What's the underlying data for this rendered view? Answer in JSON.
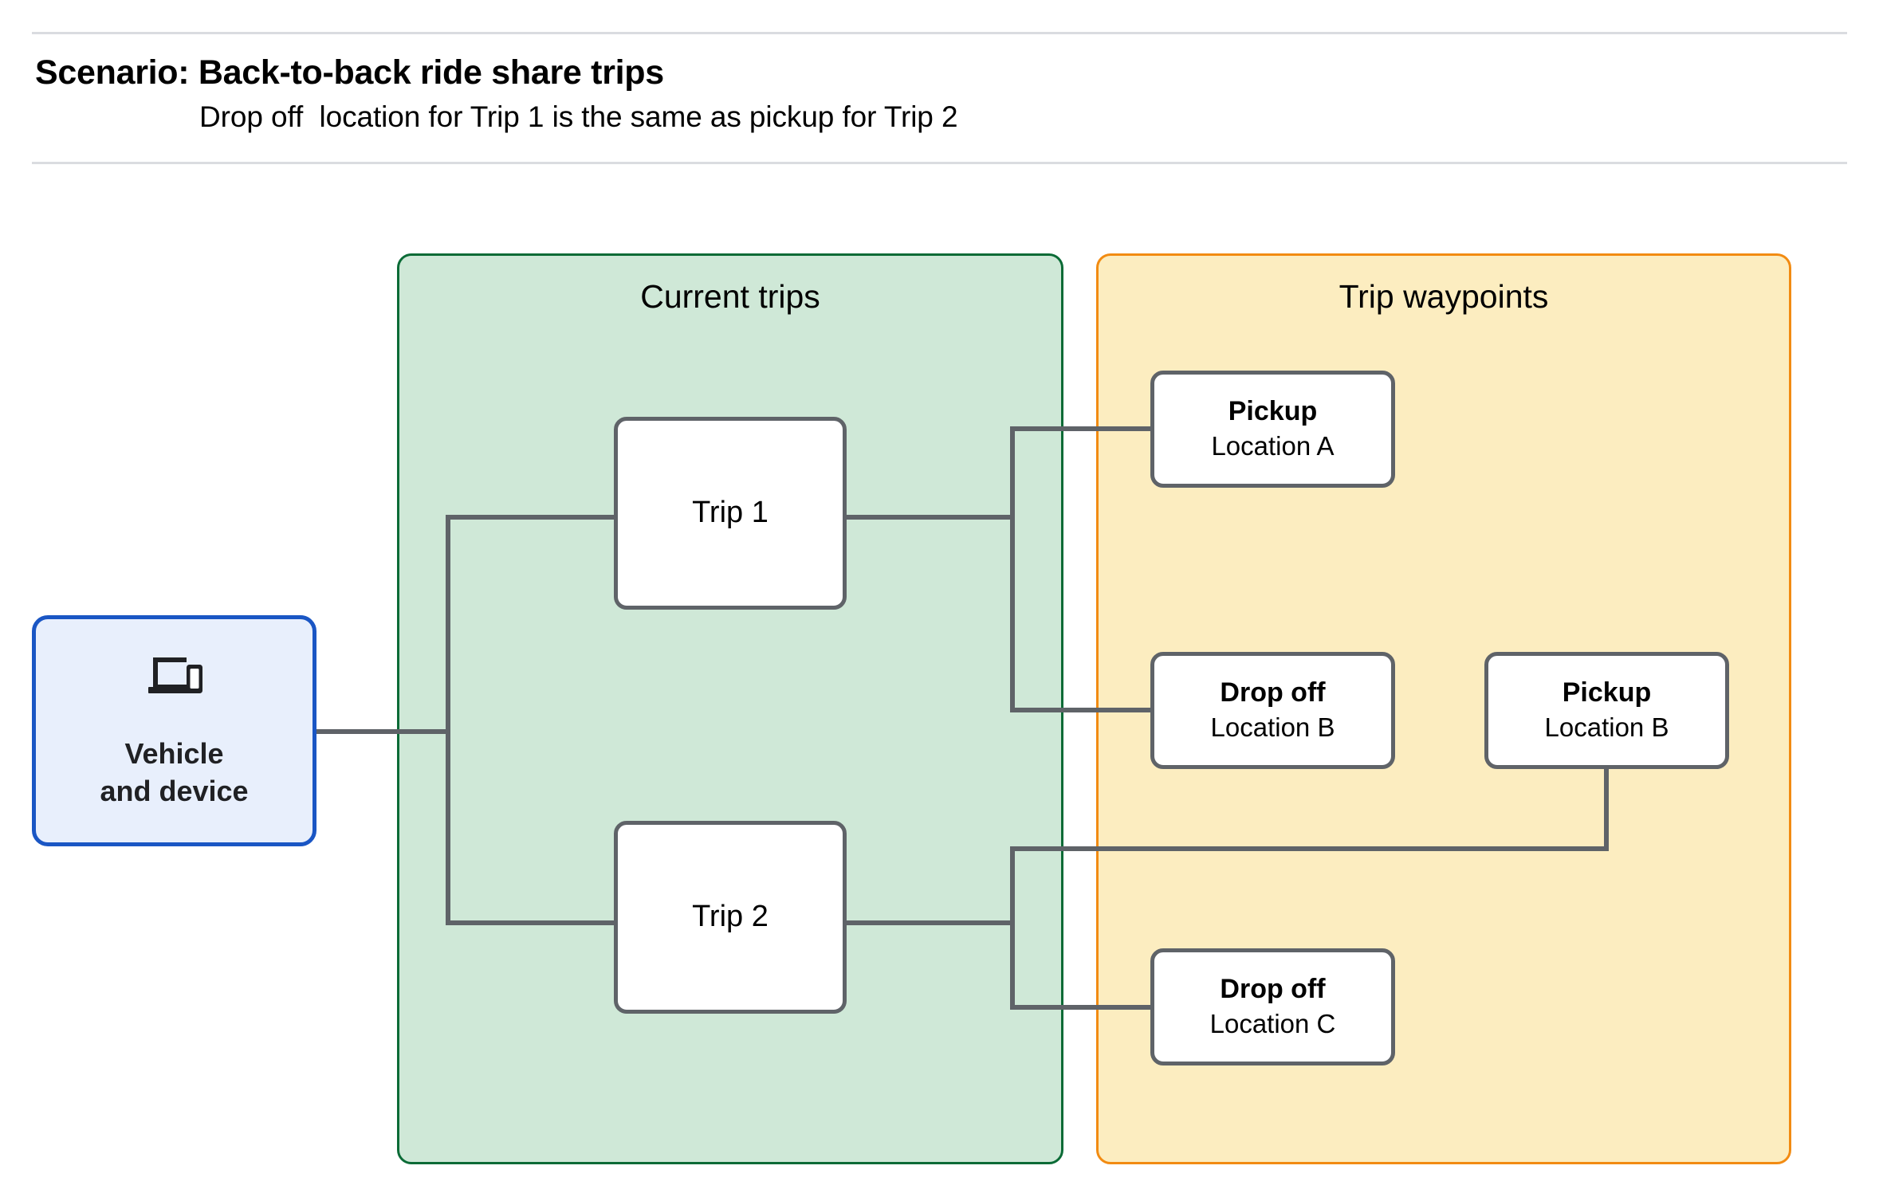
{
  "header": {
    "title": "Scenario: Back-to-back ride share trips",
    "subtitle": "Drop off  location for Trip 1 is the same as pickup for Trip 2"
  },
  "colors": {
    "current_trips_fill": "#cfe8d7",
    "current_trips_border": "#0b6b36",
    "trip_waypoints_fill": "#fcedc0",
    "trip_waypoints_border": "#f28b12",
    "vehicle_fill": "#e8effc",
    "vehicle_border": "#1a56c4",
    "node_border": "#5f6368",
    "connector": "#5f6368",
    "rule": "#dadce0"
  },
  "vehicle": {
    "icon": "devices-icon",
    "label": "Vehicle\nand device"
  },
  "groups": {
    "current_trips": {
      "title": "Current trips",
      "nodes": [
        {
          "id": "trip-1",
          "label": "Trip 1"
        },
        {
          "id": "trip-2",
          "label": "Trip 2"
        }
      ]
    },
    "trip_waypoints": {
      "title": "Trip waypoints",
      "nodes": [
        {
          "id": "pickup-a",
          "type": "Pickup",
          "location": "Location A"
        },
        {
          "id": "dropoff-b",
          "type": "Drop off",
          "location": "Location B"
        },
        {
          "id": "pickup-b",
          "type": "Pickup",
          "location": "Location B"
        },
        {
          "id": "dropoff-c",
          "type": "Drop off",
          "location": "Location C"
        }
      ]
    }
  },
  "connections": [
    {
      "from": "vehicle",
      "to": "trip-1"
    },
    {
      "from": "vehicle",
      "to": "trip-2"
    },
    {
      "from": "trip-1",
      "to": "pickup-a"
    },
    {
      "from": "trip-1",
      "to": "dropoff-b"
    },
    {
      "from": "trip-2",
      "to": "pickup-b"
    },
    {
      "from": "trip-2",
      "to": "dropoff-c"
    }
  ]
}
